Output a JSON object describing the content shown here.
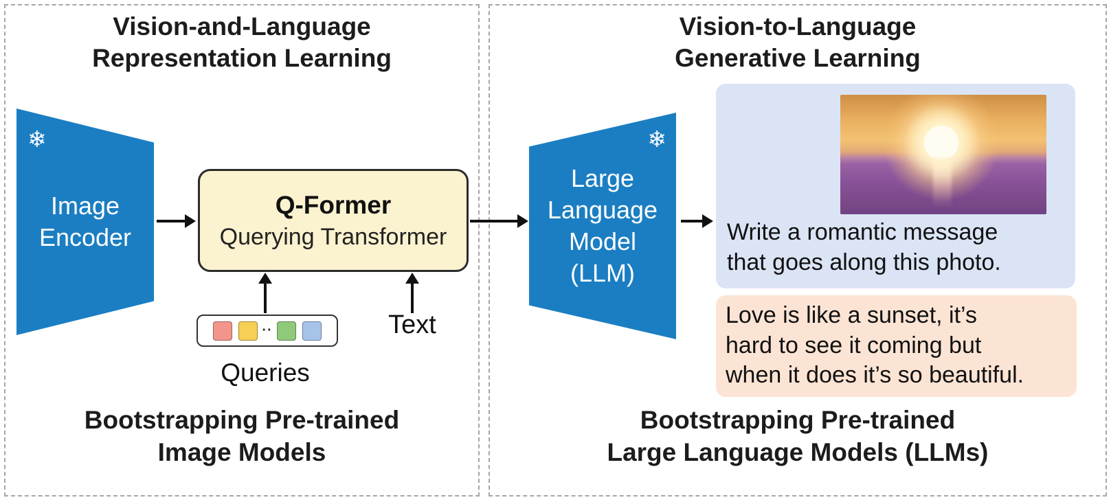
{
  "left_panel": {
    "title": [
      "Vision-and-Language",
      "Representation Learning"
    ],
    "image_encoder": {
      "snowflake": "❄",
      "label": [
        "Image",
        "Encoder"
      ]
    },
    "qformer": {
      "title": "Q-Former",
      "subtitle": "Querying Transformer"
    },
    "queries": {
      "dots": "··",
      "label": "Queries"
    },
    "text_label": "Text",
    "footer": [
      "Bootstrapping Pre-trained",
      "Image Models"
    ]
  },
  "right_panel": {
    "title": [
      "Vision-to-Language",
      "Generative Learning"
    ],
    "llm": {
      "snowflake": "❄",
      "label": [
        "Large",
        "Language",
        "Model",
        "(LLM)"
      ]
    },
    "prompt_box": {
      "lines": [
        "Write a romantic message",
        "that goes along this photo."
      ]
    },
    "response_box": {
      "lines": [
        "Love is like a sunset, it’s",
        "hard to see it coming but",
        "when it does it’s so beautiful."
      ]
    },
    "footer": [
      "Bootstrapping Pre-trained",
      "Large Language Models (LLMs)"
    ]
  },
  "colors": {
    "frozen_model_blue": "#1b7ec2",
    "qformer_yellow": "#fbf2cf",
    "prompt_box_lavender": "#dbe4f5",
    "response_box_peach": "#fce4d4",
    "query_tokens": [
      "#f2968b",
      "#f6cf54",
      "#8fca7a",
      "#a6c3e9"
    ]
  }
}
